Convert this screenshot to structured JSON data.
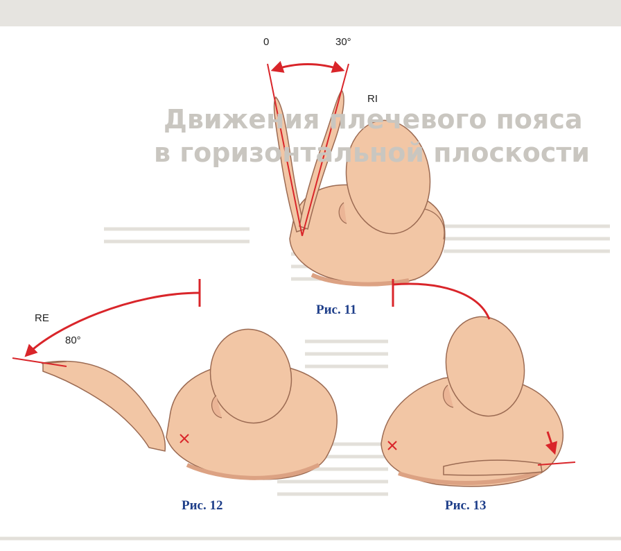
{
  "figures": [
    {
      "caption": "Рис. 11",
      "angle_start_label": "0",
      "angle_end_label": "30°",
      "motion_label": "RI",
      "arc_degrees": 30
    },
    {
      "caption": "Рис. 12",
      "angle_label": "80°",
      "motion_label": "RE",
      "arc_degrees": 80
    },
    {
      "caption": "Рис. 13"
    }
  ],
  "background_heading": [
    "Движения плечевого пояса",
    "в горизонтальной плоскости"
  ],
  "colors": {
    "skin": "#f2c6a5",
    "skin_shade": "#dca283",
    "outline": "#9b6a52",
    "arrow_red": "#d9252a",
    "caption_blue": "#1f3f8a",
    "bleed_text": "#cbc8c2",
    "top_band": "#e6e4e0"
  }
}
